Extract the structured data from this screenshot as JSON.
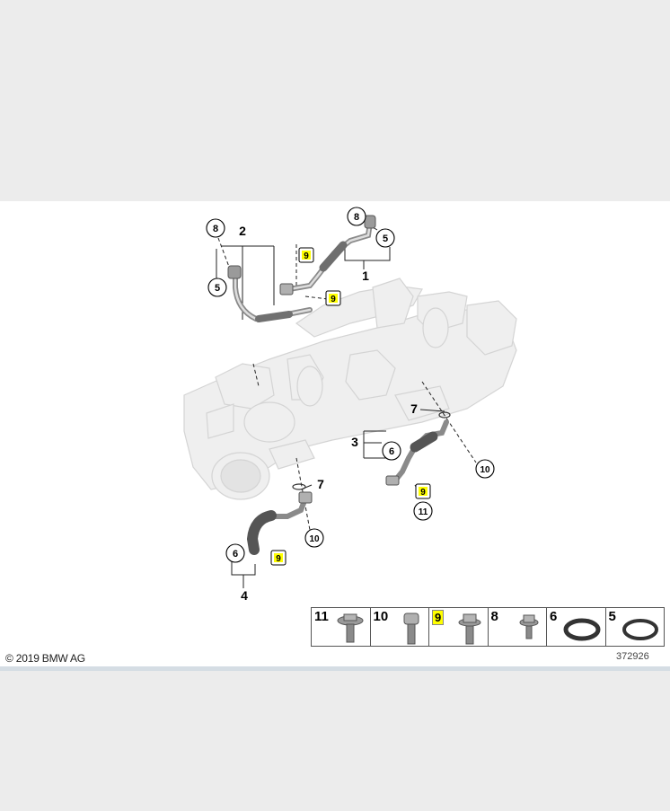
{
  "copyright": "© 2019 BMW AG",
  "diagram_number": "372926",
  "callouts": {
    "c8a": "8",
    "c2": "2",
    "c5a": "5",
    "c9a": "9",
    "c9b": "9",
    "c8b": "8",
    "c5b": "5",
    "c1": "1",
    "c7a": "7",
    "c3": "3",
    "c6a": "6",
    "c10a": "10",
    "c9c": "9",
    "c11": "11",
    "c7b": "7",
    "c10b": "10",
    "c6b": "6",
    "c9d": "9",
    "c4": "4"
  },
  "legend": [
    {
      "label": "11",
      "highlight": false,
      "icon": "bolt-flange-icon"
    },
    {
      "label": "10",
      "highlight": false,
      "icon": "bolt-socket-icon"
    },
    {
      "label": "9",
      "highlight": true,
      "icon": "bolt-hex-flange-icon"
    },
    {
      "label": "8",
      "highlight": false,
      "icon": "bolt-small-icon"
    },
    {
      "label": "6",
      "highlight": false,
      "icon": "o-ring-thick-icon"
    },
    {
      "label": "5",
      "highlight": false,
      "icon": "o-ring-icon"
    }
  ],
  "colors": {
    "highlight": "#ffff00",
    "callout_stroke": "#000000",
    "engine_ghost": "#e6e6e6",
    "part_dark": "#6e6e6e"
  }
}
